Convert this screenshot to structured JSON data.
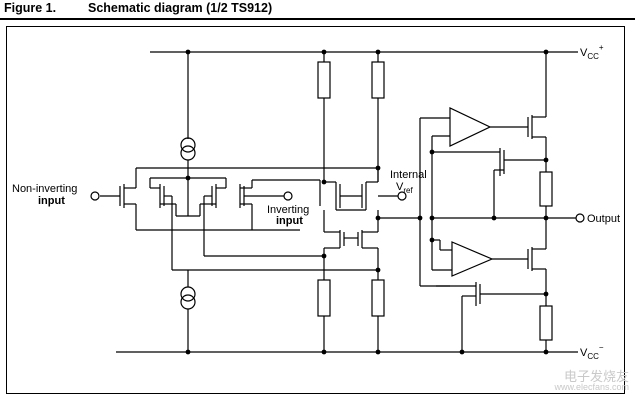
{
  "figure": {
    "number": "Figure 1.",
    "title": "Schematic diagram (1/2 TS912)"
  },
  "labels": {
    "non_inverting_1": "Non-inverting",
    "non_inverting_2": "input",
    "inverting_1": "Inverting",
    "inverting_2": "input",
    "internal": "Internal",
    "vref_main": "V",
    "vref_sub": "ref",
    "output": "Output",
    "vcc_plus_main": "V",
    "vcc_plus_sub": "CC",
    "vcc_plus_sup": "+",
    "vcc_minus_main": "V",
    "vcc_minus_sub": "CC",
    "vcc_minus_sup": "−"
  },
  "watermark": {
    "line1": "电子发烧友",
    "line2": "www.elecfans.com"
  },
  "colors": {
    "line": "#000000",
    "background": "#ffffff",
    "watermark": "#c9c9c9"
  }
}
